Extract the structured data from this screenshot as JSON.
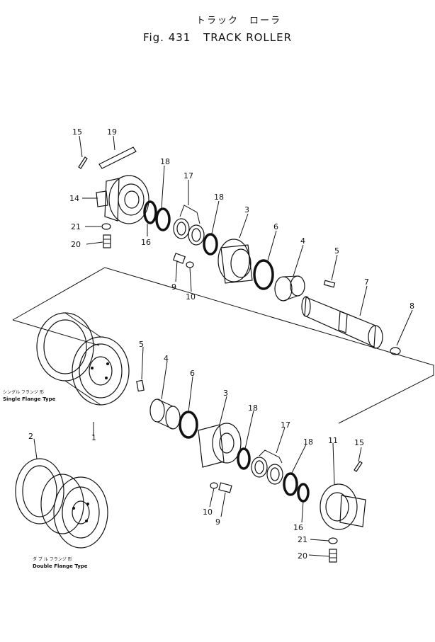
{
  "header": {
    "title_jp": "トラック　ローラ",
    "fig_number": "Fig. 431",
    "title_en": "TRACK ROLLER"
  },
  "callouts": {
    "c1": "1",
    "c2": "2",
    "c3a": "3",
    "c3b": "3",
    "c4a": "4",
    "c4b": "4",
    "c5a": "5",
    "c5b": "5",
    "c6a": "6",
    "c6b": "6",
    "c7": "7",
    "c8": "8",
    "c9a": "9",
    "c9b": "9",
    "c10a": "10",
    "c10b": "10",
    "c11": "11",
    "c14": "14",
    "c15a": "15",
    "c15b": "15",
    "c16a": "16",
    "c16b": "16",
    "c17a": "17",
    "c17b": "17",
    "c18a": "18",
    "c18b": "18",
    "c18c": "18",
    "c18d": "18",
    "c19": "19",
    "c20a": "20",
    "c20b": "20",
    "c21a": "21",
    "c21b": "21"
  },
  "captions": {
    "single_jp": "シングル フランジ 形",
    "single_en": "Single Flange Type",
    "double_jp": "ダ ブ ル フランジ 形",
    "double_en": "Double Flange Type"
  }
}
